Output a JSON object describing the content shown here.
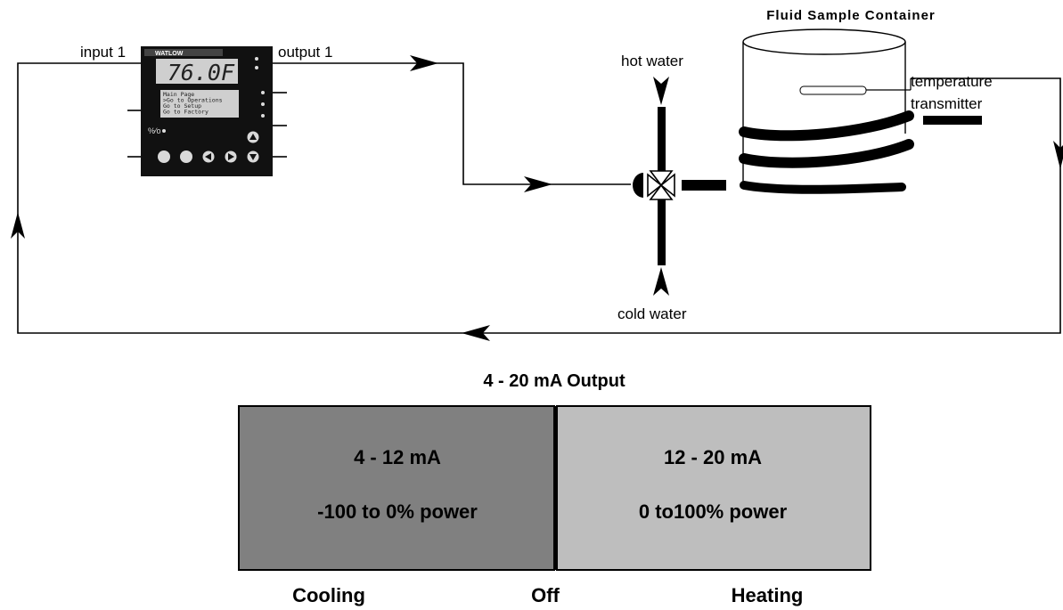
{
  "title": "Fluid Sample Container",
  "labels": {
    "input": "input 1",
    "output": "output 1",
    "hot_water": "hot water",
    "cold_water": "cold water",
    "sensor_line1": "temperature",
    "sensor_line2": "transmitter"
  },
  "controller": {
    "brand": "WATLOW",
    "display_value": "76.0F",
    "menu": [
      "Main Page",
      ">Go to Operations",
      " Go to Setup",
      " Go to Factory"
    ],
    "unit_mark": "%⁄o"
  },
  "output_chart": {
    "title": "4 - 20 mA Output",
    "segments": [
      {
        "range": "4 - 12 mA",
        "power": "-100 to 0% power",
        "color": "#808080"
      },
      {
        "range": "12 - 20 mA",
        "power": "0 to100% power",
        "color": "#bebebe"
      }
    ],
    "modes": [
      "Cooling",
      "Off",
      "Heating"
    ]
  }
}
